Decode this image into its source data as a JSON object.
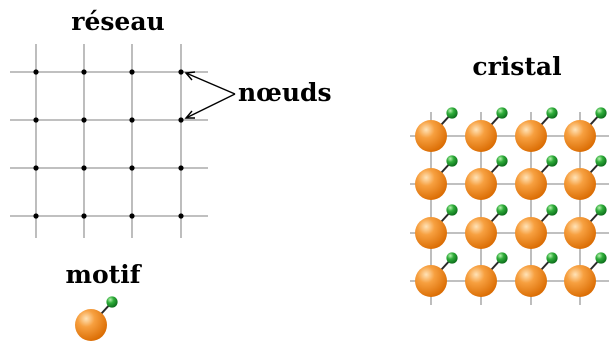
{
  "labels": {
    "lattice": "réseau",
    "nodes": "nœuds",
    "crystal": "cristal",
    "motif": "motif"
  },
  "lattice": {
    "rows": 4,
    "cols": 4
  },
  "crystal": {
    "rows": 4,
    "cols": 4
  },
  "colors": {
    "large_atom": "#f08a1c",
    "small_atom": "#1d9a2e",
    "grid": "#9a9a9a",
    "node": "#000000"
  }
}
